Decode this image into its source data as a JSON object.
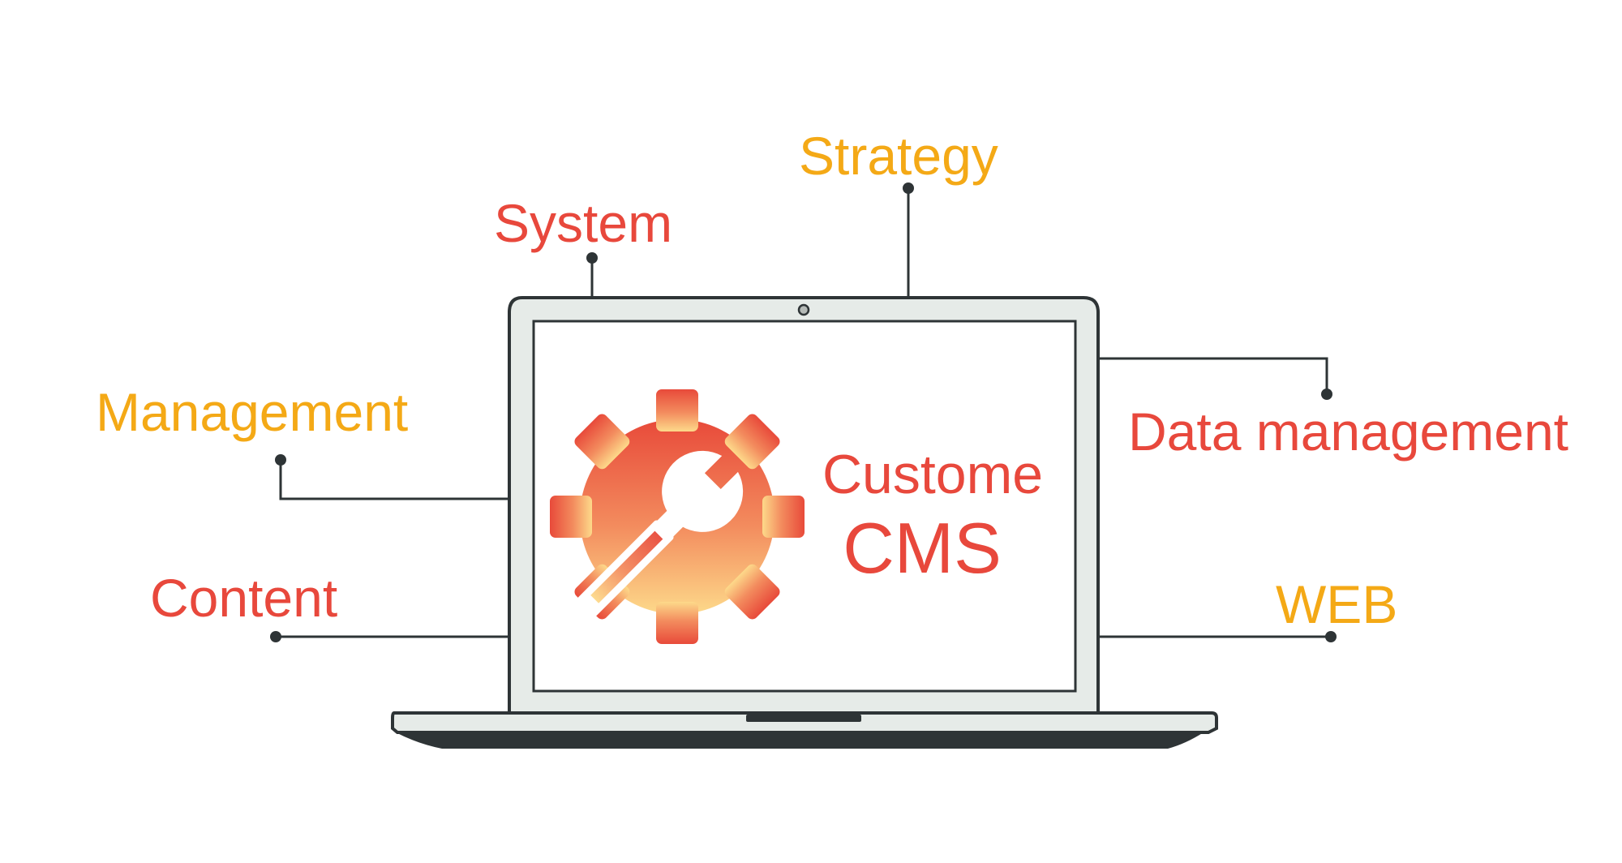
{
  "labels": {
    "system": "System",
    "strategy": "Strategy",
    "management": "Management",
    "data_management": "Data management",
    "content": "Content",
    "web": "WEB"
  },
  "screen": {
    "line1": "Custome",
    "line2": "CMS"
  },
  "icons": {
    "center": "gear-wrench-icon"
  },
  "colors": {
    "red": "#E8483C",
    "orange": "#F4A916",
    "outline": "#2E3436",
    "bezel": "#E6EBE8",
    "gear_top": "#E84A3A",
    "gear_bottom": "#FDD98A"
  }
}
